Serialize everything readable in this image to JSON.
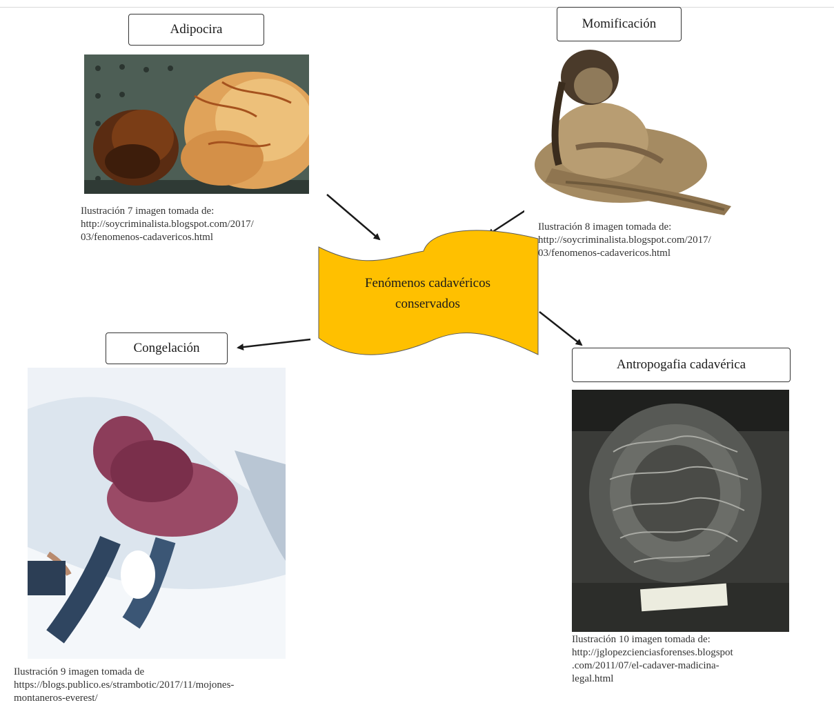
{
  "diagram": {
    "center_node": {
      "line1": "Fenómenos cadavéricos",
      "line2": "conservados",
      "fill_color": "#FFC000"
    },
    "nodes": {
      "adipocira": {
        "label": "Adipocira",
        "caption": [
          "Ilustración 7 imagen tomada de:",
          "http://soycriminalista.blogspot.com/2017/",
          "03/fenomenos-cadavericos.html"
        ]
      },
      "momificacion": {
        "label": "Momificación",
        "caption": [
          "Ilustración 8 imagen tomada de:",
          "http://soycriminalista.blogspot.com/2017/",
          "03/fenomenos-cadavericos.html"
        ]
      },
      "congelacion": {
        "label": "Congelación",
        "caption": [
          "Ilustración 9 imagen tomada de",
          "https://blogs.publico.es/strambotic/2017/11/mojones-",
          "montaneros-everest/"
        ]
      },
      "antropogafia": {
        "label": "Antropogafia cadavérica",
        "caption": [
          "Ilustración 10 imagen tomada de:",
          "http://jglopezcienciasforenses.blogspot",
          ".com/2011/07/el-cadaver-madicina-",
          "legal.html"
        ]
      }
    },
    "colors": {
      "arrow": "#1a1a1a",
      "box_border": "#333333"
    }
  }
}
